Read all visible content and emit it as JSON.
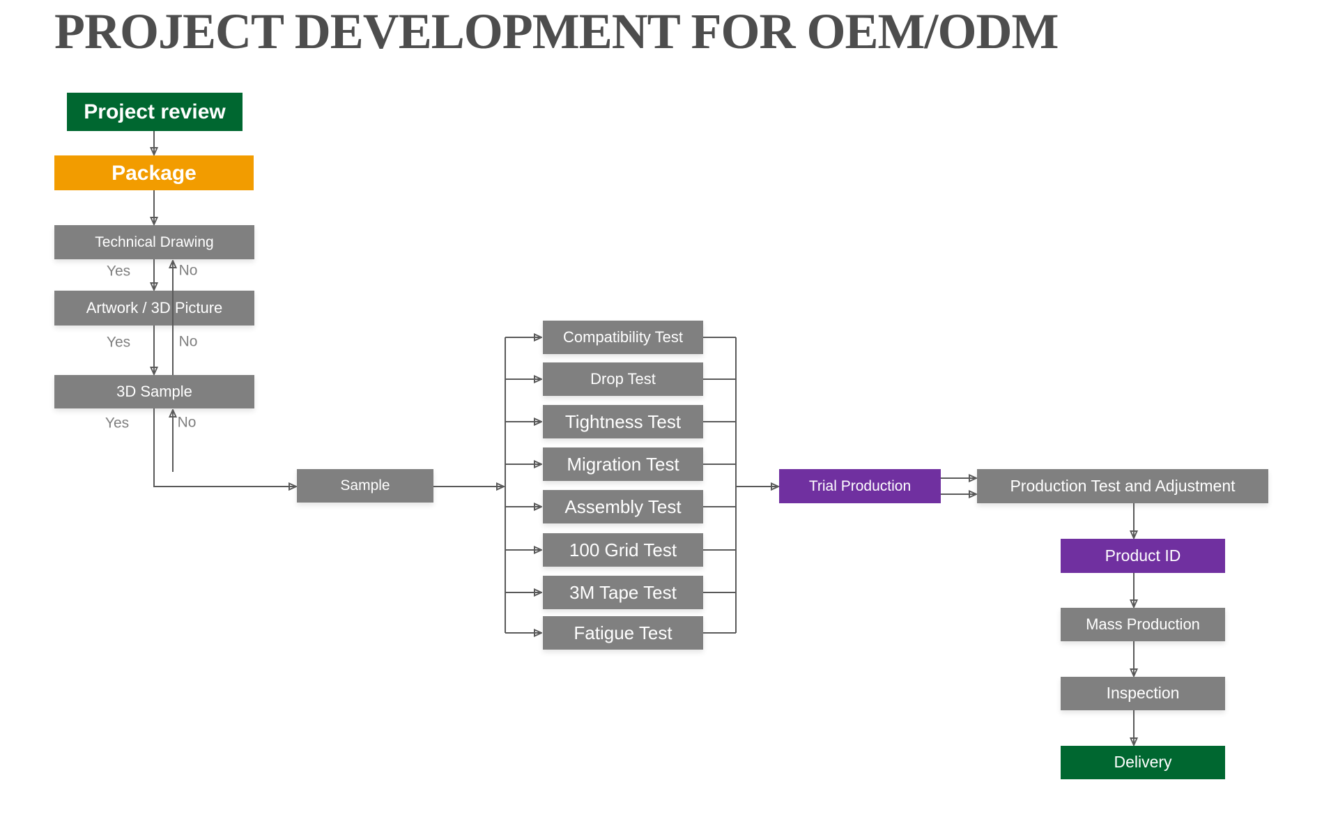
{
  "title": "PROJECT DEVELOPMENT FOR OEM/ODM",
  "colors": {
    "dark_green": "#006730",
    "orange": "#f29c00",
    "gray": "#808080",
    "purple": "#7030a0",
    "arrow": "#595959",
    "title_text": "#4d4d4d",
    "decision_text": "#7f7f7f"
  },
  "decision_labels": {
    "yes": "Yes",
    "no": "No"
  },
  "nodes": {
    "project_review": "Project review",
    "package": "Package",
    "technical_drawing": "Technical Drawing",
    "artwork_3d_picture": "Artwork / 3D Picture",
    "sample_3d": "3D Sample",
    "sample": "Sample",
    "trial_production": "Trial Production",
    "production_test_adjustment": "Production Test and Adjustment",
    "product_id": "Product ID",
    "mass_production": "Mass Production",
    "inspection": "Inspection",
    "delivery": "Delivery"
  },
  "tests": [
    {
      "label": "Compatibility Test"
    },
    {
      "label": "Drop Test"
    },
    {
      "label": "Tightness Test"
    },
    {
      "label": "Migration Test"
    },
    {
      "label": "Assembly Test"
    },
    {
      "label": "100 Grid Test"
    },
    {
      "label": "3M Tape Test"
    },
    {
      "label": "Fatigue Test"
    }
  ]
}
